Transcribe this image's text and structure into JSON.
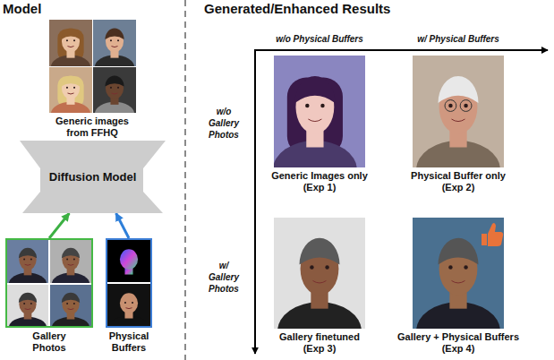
{
  "diagram": {
    "nodes": [
      {
        "text": [
          "Generic images from FFHQ"
        ]
      },
      {
        "text": [
          "Diffusion Model"
        ]
      },
      {
        "text": [
          "Gallery Photos"
        ]
      },
      {
        "text": [
          "Physical Buffers"
        ]
      },
      {
        "text": [
          "Generic Images only (Exp 1)"
        ]
      },
      {
        "text": [
          "Physical Buffer only (Exp 2)"
        ]
      },
      {
        "text": [
          "Gallery finetuned (Exp 3)"
        ]
      },
      {
        "text": [
          "Gallery + Physical Buffers (Exp 4)"
        ]
      }
    ],
    "edges": [
      {
        "from": 2,
        "to": 1,
        "arrow": "to"
      },
      {
        "from": 3,
        "to": 1,
        "arrow": "to"
      }
    ],
    "labels": [
      "Model",
      "Generated/Enhanced Results",
      "w/o Physical Buffers",
      "w/ Physical Buffers",
      "w/o Gallery Photos",
      "w/ Gallery Photos"
    ]
  }
}
